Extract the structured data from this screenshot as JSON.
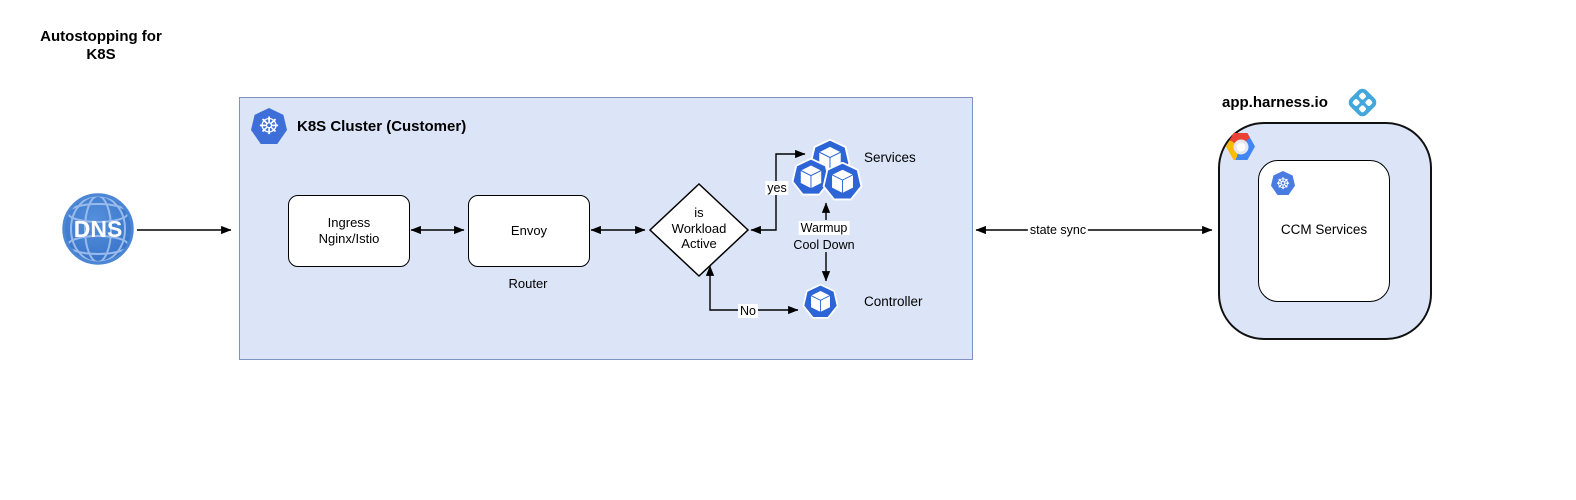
{
  "page_title": {
    "line1": "Autostopping for",
    "line2": "K8S"
  },
  "dns": {
    "label": "DNS"
  },
  "cluster": {
    "title": "K8S Cluster (Customer)",
    "ingress": {
      "line1": "Ingress",
      "line2": "Nginx/Istio"
    },
    "envoy": {
      "label": "Envoy"
    },
    "router_caption": "Router",
    "decision": {
      "line1": "is",
      "line2": "Workload",
      "line3": "Active"
    },
    "services_label": "Services",
    "controller_label": "Controller",
    "edge_labels": {
      "yes": "yes",
      "no": "No",
      "warmup": "Warmup",
      "cooldown": "Cool Down"
    }
  },
  "sync": {
    "label": "state sync"
  },
  "harness": {
    "domain": "app.harness.io",
    "ccm": "CCM Services"
  },
  "colors": {
    "cluster_fill": "#dbe5f7",
    "cluster_border": "#7f93c1",
    "k8s_blue": "#3e6fd9",
    "pod_blue": "#2d65d6",
    "dns_blue": "#3e7dd2",
    "harness_blue": "#42a7dd",
    "gcp_red": "#ea4335",
    "gcp_yellow": "#fbbc05",
    "gcp_blue": "#4285f4"
  }
}
